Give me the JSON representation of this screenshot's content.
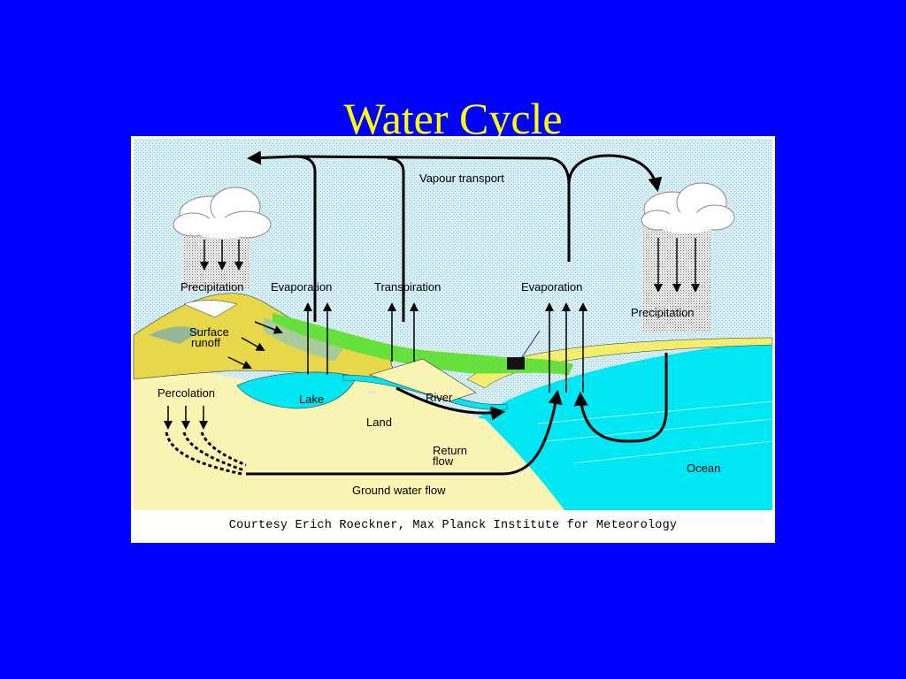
{
  "slide": {
    "title": "Water Cycle",
    "colors": {
      "background": "#0000FF",
      "title": "#FFFF00"
    }
  },
  "diagram": {
    "labels": {
      "vapour_transport": "Vapour transport",
      "precipitation_left": "Precipitation",
      "evaporation_left": "Evaporation",
      "transpiration": "Transpiration",
      "evaporation_right": "Evaporation",
      "precipitation_right": "Precipitation",
      "surface_runoff_line1": "Surface",
      "surface_runoff_line2": "runoff",
      "percolation": "Percolation",
      "lake": "Lake",
      "river": "River",
      "land": "Land",
      "return_flow_line1": "Return",
      "return_flow_line2": "flow",
      "ground_water_flow": "Ground water flow",
      "ocean": "Ocean"
    },
    "credit": "Courtesy Erich Roeckner, Max Planck Institute for Meteorology",
    "colors": {
      "sky": "#D4EEF6",
      "ocean": "#00E6F2",
      "lake": "#00E6F2",
      "land": "#FAF5B4",
      "vegetation": "#66E03A",
      "mountain": "#E6D84A"
    }
  }
}
